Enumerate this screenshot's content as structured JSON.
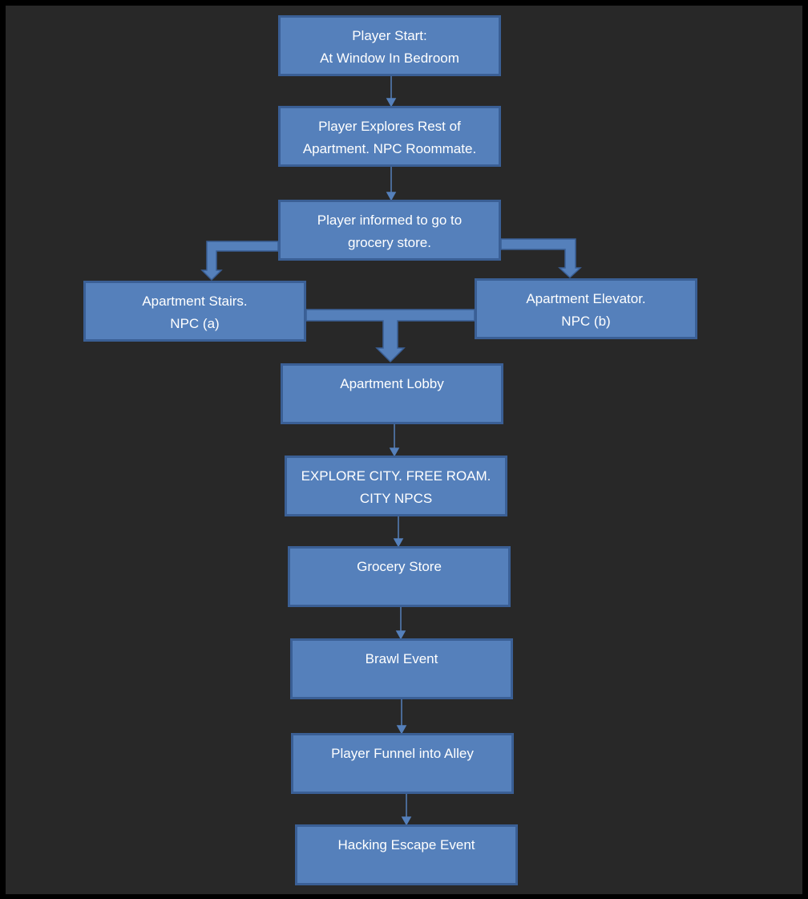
{
  "diagram": {
    "colors": {
      "background": "#282828",
      "frame": "#000000",
      "node_fill": "#5580bb",
      "node_border": "#3a5f95",
      "connector": "#5580bb",
      "text": "#ffffff"
    },
    "nodes": {
      "start": "Player Start:\nAt Window In Bedroom",
      "explore": "Player Explores Rest of\nApartment. NPC Roommate.",
      "informed": "Player informed to go to\ngrocery store.",
      "stairs": "Apartment Stairs.\nNPC (a)",
      "elevator": "Apartment Elevator.\nNPC (b)",
      "lobby": "Apartment Lobby",
      "city": "EXPLORE CITY. FREE ROAM.\nCITY NPCS",
      "grocery": "Grocery Store",
      "brawl": "Brawl Event",
      "alley": "Player Funnel into Alley",
      "hacking": "Hacking Escape Event"
    },
    "edges": [
      [
        "start",
        "explore"
      ],
      [
        "explore",
        "informed"
      ],
      [
        "informed",
        "stairs"
      ],
      [
        "informed",
        "elevator"
      ],
      [
        "stairs",
        "lobby"
      ],
      [
        "elevator",
        "lobby"
      ],
      [
        "lobby",
        "city"
      ],
      [
        "city",
        "grocery"
      ],
      [
        "grocery",
        "brawl"
      ],
      [
        "brawl",
        "alley"
      ],
      [
        "alley",
        "hacking"
      ]
    ]
  }
}
